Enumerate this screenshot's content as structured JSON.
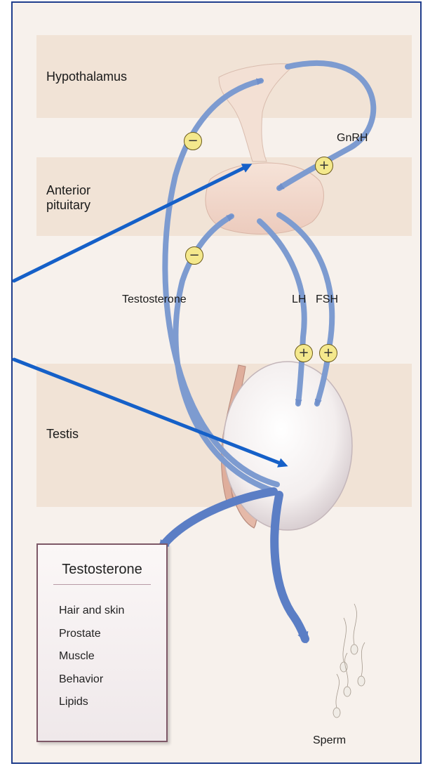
{
  "labels": {
    "hypothalamus": "Hypothalamus",
    "anterior_pituitary_line1": "Anterior",
    "anterior_pituitary_line2": "pituitary",
    "testis": "Testis",
    "gnrh": "GnRH",
    "testosterone": "Testosterone",
    "lh": "LH",
    "fsh": "FSH",
    "sperm": "Sperm"
  },
  "signs": {
    "minus": "−",
    "plus": "+"
  },
  "target_box": {
    "title": "Testosterone",
    "items": [
      "Hair and skin",
      "Prostate",
      "Muscle",
      "Behavior",
      "Lipids"
    ]
  },
  "colors": {
    "frame_border": "#1f3d8c",
    "background": "#f7f1ec",
    "band": "#f1e3d6",
    "feedback_arrow": "#7d9bd0",
    "pointer_arrow": "#1560c8",
    "sign_fill": "#f4e88c"
  }
}
